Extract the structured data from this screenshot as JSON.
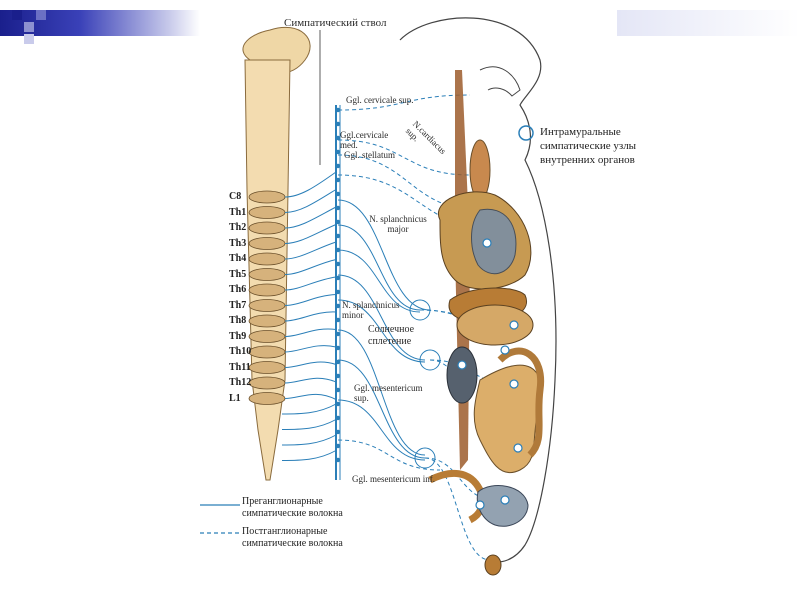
{
  "title": "Симпатический ствол",
  "vertebra_labels": [
    "C8",
    "Th1",
    "Th2",
    "Th3",
    "Th4",
    "Th5",
    "Th6",
    "Th7",
    "Th8",
    "Th9",
    "Th10",
    "Th11",
    "Th12",
    "L1"
  ],
  "trunk_labels": {
    "ggl_cervicale_sup": "Ggl. cervicale sup.",
    "ggl_cervicale_med": "Ggl.cervicale med.",
    "ggl_stellatum": "Ggl. stellatum",
    "n_cardiacus_sup": "N.cardiacus sup.",
    "n_splanchnicus_major": "N. splanchnicus major",
    "n_splanchnicus_minor": "N. splanchnicus minor",
    "plexus_solaris": "Солнечное сплетение",
    "ggl_mesentericum_sup": "Ggl. mesentericum sup.",
    "ggl_mesentericum_inf": "Ggl. mesentericum inf."
  },
  "intramural_label": "Интрамуральные симпатические узлы внутренних органов",
  "legend": [
    {
      "label": "Преганглионарные симпатические волокна",
      "style": "solid"
    },
    {
      "label": "Постганглионарные симпатические волокна",
      "style": "dashed"
    }
  ],
  "colors": {
    "nerve": "#2b7fb8",
    "bone": "#f3dcb0",
    "organ": "#c79a52",
    "deco": "#1a1f8c"
  }
}
